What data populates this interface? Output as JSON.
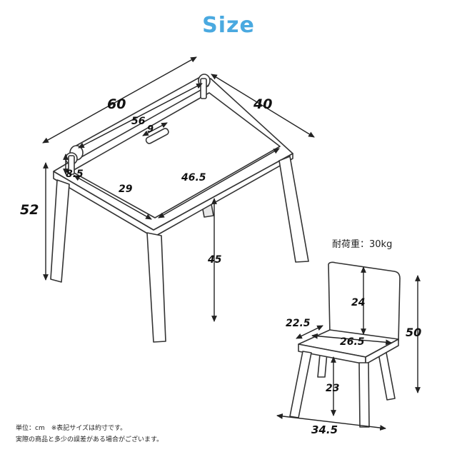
{
  "title": "Size",
  "table": {
    "width": "60",
    "depth": "40",
    "height": "52",
    "inner_width": "56",
    "slot": "9",
    "roll_offset": "8.5",
    "board_depth": "29",
    "board_width": "46.5",
    "clearance": "45"
  },
  "chair": {
    "load": "耐荷重：30kg",
    "back_height": "24",
    "seat_depth": "22.5",
    "seat_width": "26.5",
    "total_height": "50",
    "seat_height": "23",
    "base_width": "34.5"
  },
  "notes": {
    "line1": "単位：cm　※表記サイズは約寸です。",
    "line2": "実際の商品と多少の誤差がある場合がございます。"
  },
  "colors": {
    "title": "#4aa9e0",
    "line": "#333333"
  }
}
